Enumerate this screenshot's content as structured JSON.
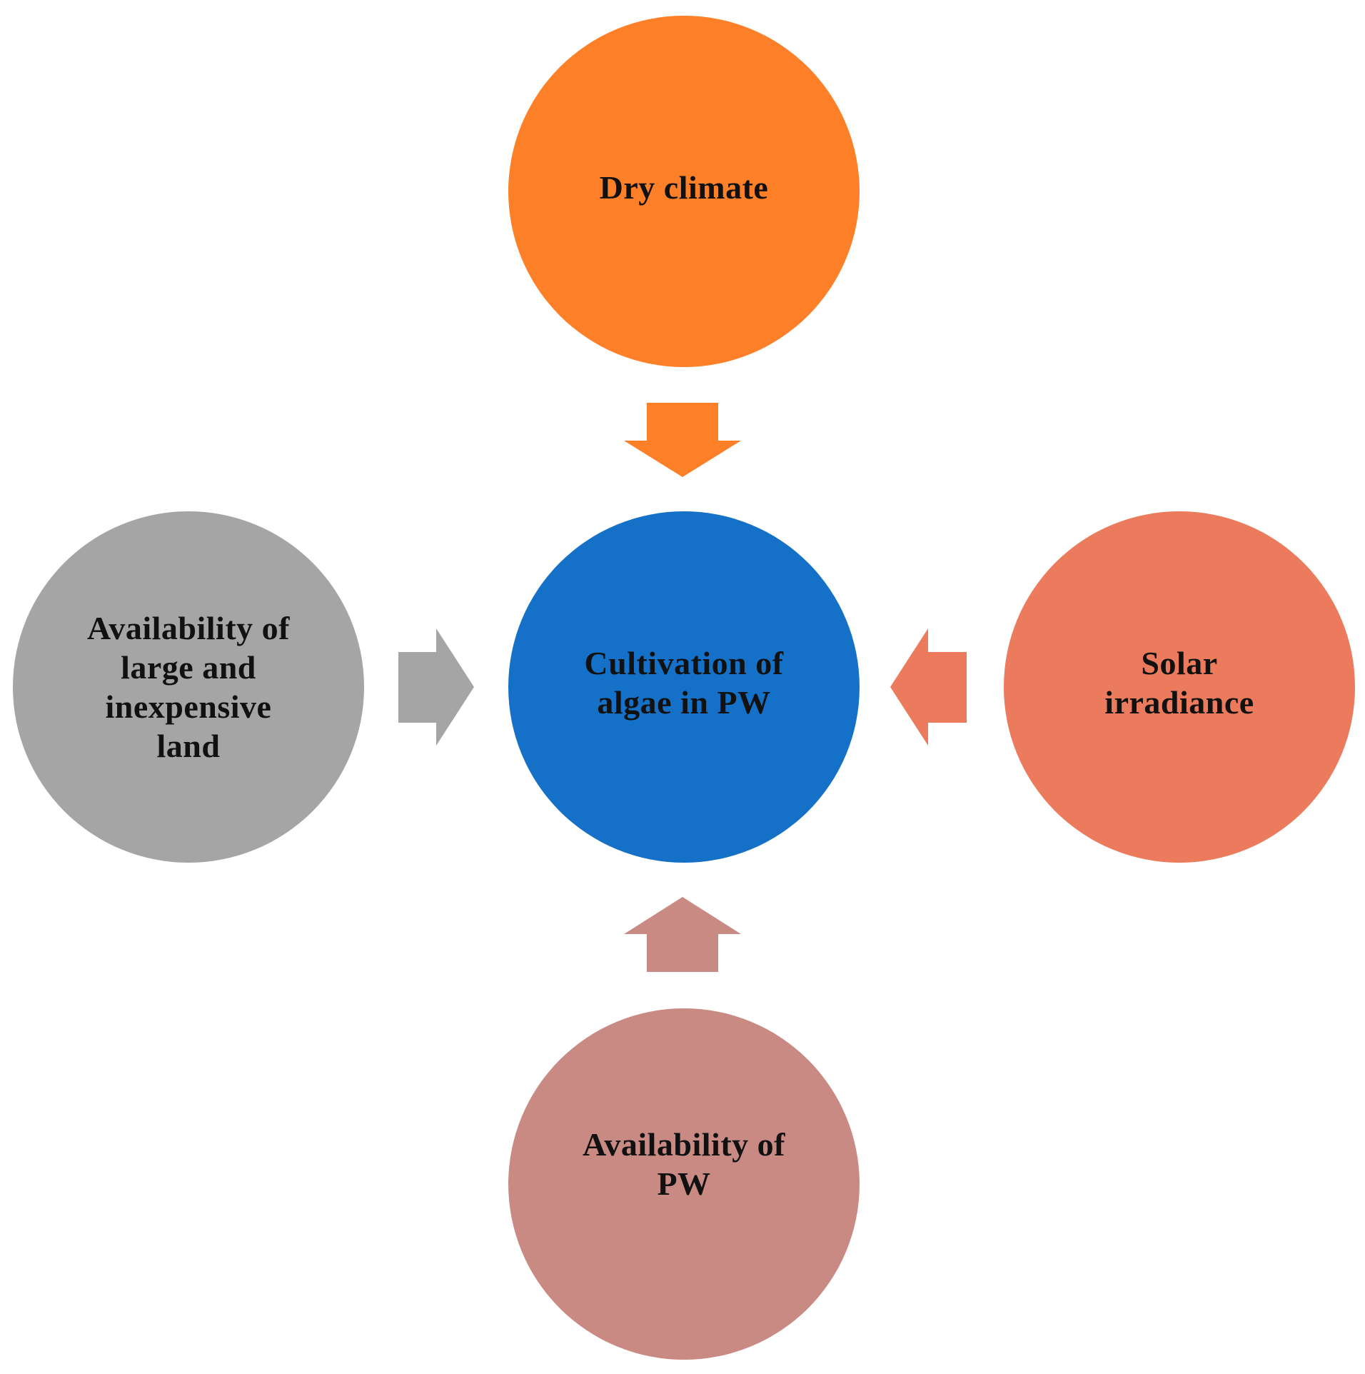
{
  "diagram": {
    "nodes": {
      "top": {
        "label": "Dry climate",
        "color": "#FD7F28"
      },
      "center": {
        "label": "Cultivation  of\nalgae in PW",
        "color": "#1571C8"
      },
      "left": {
        "label": "Availability  of\nlarge and\ninexpensive\nland",
        "color": "#A5A5A5"
      },
      "right": {
        "label": "Solar\nirradiance",
        "color": "#EB7B5C"
      },
      "bottom": {
        "label": "Availability  of\nPW",
        "color": "#C98A84"
      }
    },
    "arrows": {
      "from_top": {
        "color": "#FD7F28"
      },
      "from_left": {
        "color": "#A5A5A5"
      },
      "from_right": {
        "color": "#EB7B5C"
      },
      "from_bottom": {
        "color": "#C98A84"
      }
    }
  }
}
